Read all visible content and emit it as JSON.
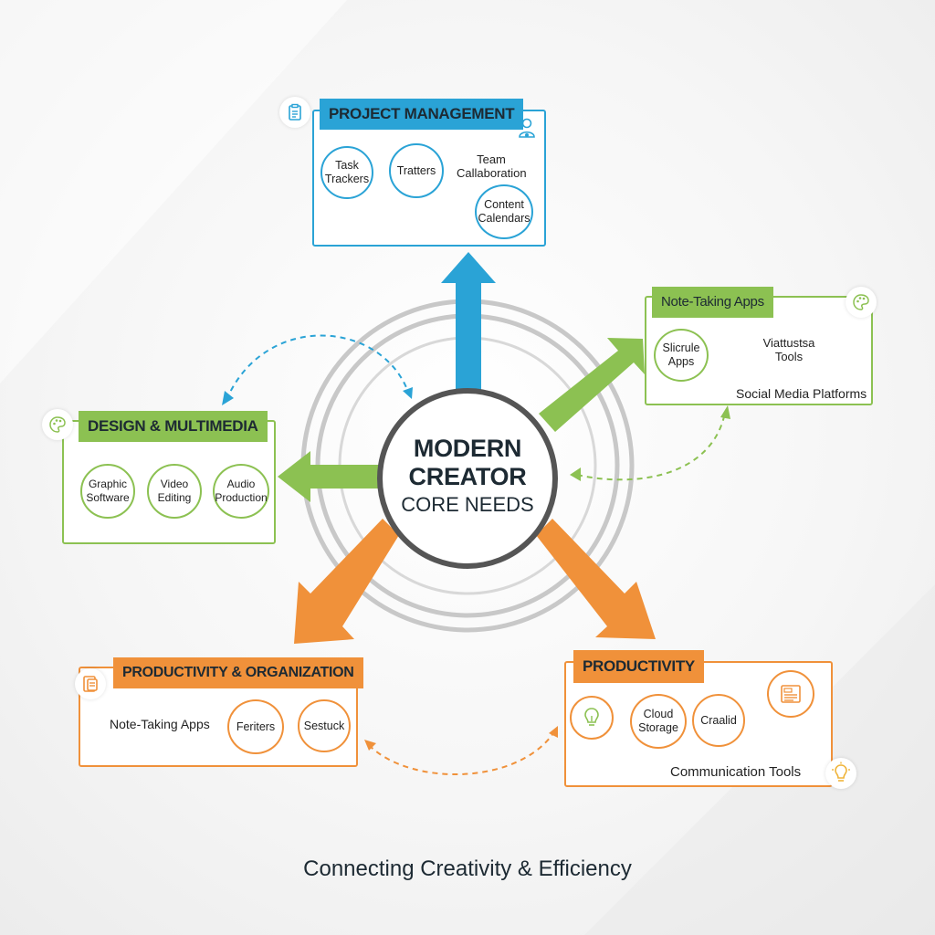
{
  "center": {
    "line1": "MODERN",
    "line2": "CREATOR",
    "line3": "CORE NEEDS"
  },
  "footer": "Connecting Creativity & Efficiency",
  "colors": {
    "blue": "#2aa3d6",
    "green": "#8cc152",
    "orange": "#f0913a",
    "ring": "#c8c8c8"
  },
  "project_management": {
    "title": "PROJECT MANAGEMENT",
    "icon": "clipboard-icon",
    "corner_icon": "person-icon",
    "nodes": [
      "Task\nTrackers",
      "Tratters",
      "Content\nCalendars"
    ],
    "label": "Team\nCallaboration"
  },
  "note_taking": {
    "title": "Note-Taking Apps",
    "icon": "palette-icon",
    "node": "Slicrule\nApps",
    "label": "Viattustsa\nTools",
    "bottom_label": "Social Media Platforms"
  },
  "design": {
    "title": "DESIGN & MULTIMEDIA",
    "icon": "palette-icon",
    "nodes": [
      "Graphic\nSoftware",
      "Video\nEditing",
      "Audio\nProduction"
    ]
  },
  "prod_org": {
    "title": "PRODUCTIVITY & ORGANIZATION",
    "icon": "document-icon",
    "label": "Note-Taking Apps",
    "nodes": [
      "Feriters",
      "Sestuck"
    ]
  },
  "productivity": {
    "title": "PRODUCTIVITY",
    "nodes": [
      "Cloud\nStorage",
      "Craalid"
    ],
    "lightbulb_node_icon": "lightbulb-icon",
    "doc_icon": "document-icon",
    "corner_icon": "lightbulb-icon",
    "bottom_label": "Communication Tools"
  }
}
